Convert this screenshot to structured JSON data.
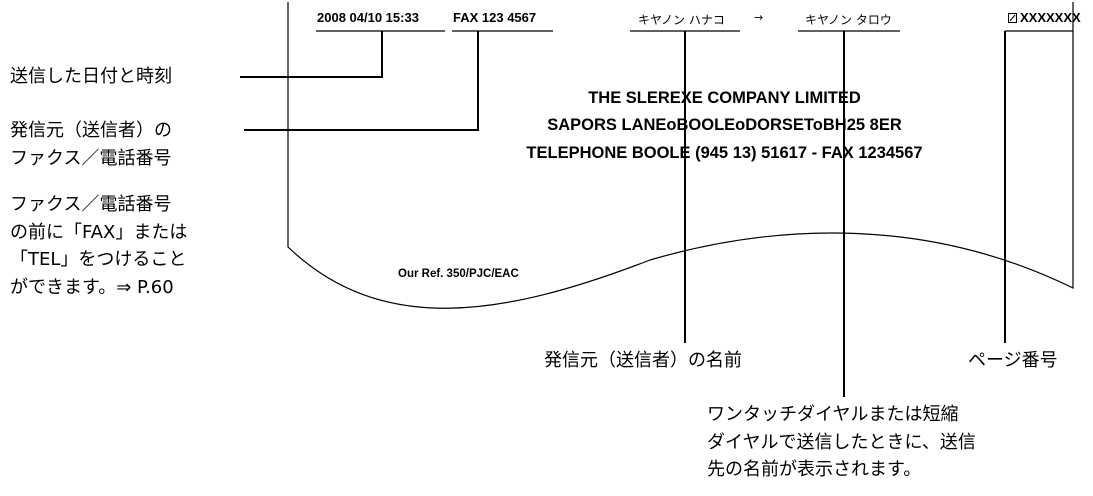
{
  "header": {
    "datetime": "2008 04/10 15:33",
    "fax_number": "FAX 123 4567",
    "sender_name": "キヤノン ハナコ",
    "arrow": "→",
    "recipient_name": "キヤノン タロウ",
    "page_icon": "page-icon",
    "page_number": "XXXXXXX"
  },
  "document": {
    "line1": "THE SLEREXE COMPANY LIMITED",
    "line2": "SAPORS LANEoBOOLEoDORSEToBH25 8ER",
    "line3": "TELEPHONE BOOLE (945 13) 51617 - FAX 1234567",
    "our_ref": "Our Ref. 350/PJC/EAC"
  },
  "callouts": {
    "datetime": "送信した日付と時刻",
    "sender_number_1": "発信元（送信者）の",
    "sender_number_2": "ファクス／電話番号",
    "note_1": "ファクス／電話番号",
    "note_2": "の前に「FAX」または",
    "note_3": "「TEL」をつけること",
    "note_4": "ができます。⇒ P.60",
    "sender_name": "発信元（送信者）の名前",
    "page_number": "ページ番号",
    "recipient_1": "ワンタッチダイヤルまたは短縮",
    "recipient_2": "ダイヤルで送信したときに、送信",
    "recipient_3": "先の名前が表示されます。"
  }
}
